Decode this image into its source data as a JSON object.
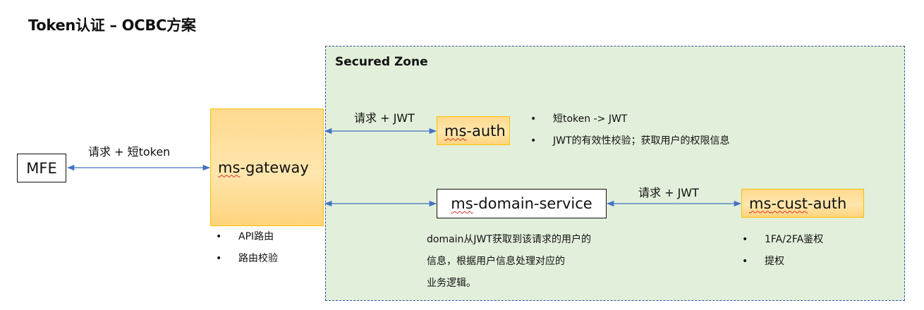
{
  "title": "Token认证 – OCBC方案",
  "zone": {
    "label": "Secured Zone",
    "fill": "#e2efda",
    "border": "#2f5597"
  },
  "nodes": {
    "mfe": {
      "label": "MFE"
    },
    "gateway": {
      "prefix": "ms",
      "suffix": "-gateway"
    },
    "auth": {
      "prefix": "ms",
      "suffix": "-auth"
    },
    "domain": {
      "prefix": "ms",
      "suffix": "-domain-service"
    },
    "cust": {
      "prefix": "ms",
      "cust": "-cust",
      "suffix": "-auth"
    }
  },
  "edges": {
    "mfe_gateway": "请求 + 短token",
    "gateway_auth": "请求 + JWT",
    "domain_cust": "请求 + JWT"
  },
  "notes": {
    "gateway": [
      "API路由",
      "路由校验"
    ],
    "auth": [
      "短token -> JWT",
      "JWT的有效性校验；获取用户的权限信息"
    ],
    "domain": [
      "domain从JWT获取到该请求的用户的",
      "信息，根据用户信息处理对应的",
      "业务逻辑。"
    ],
    "cust": [
      "1FA/2FA鉴权",
      "提权"
    ]
  },
  "bullet_char": "•",
  "colors": {
    "arrow": "#4472c4",
    "orange_border": "#ffc000",
    "orange_fill": "#ffe0a0"
  }
}
